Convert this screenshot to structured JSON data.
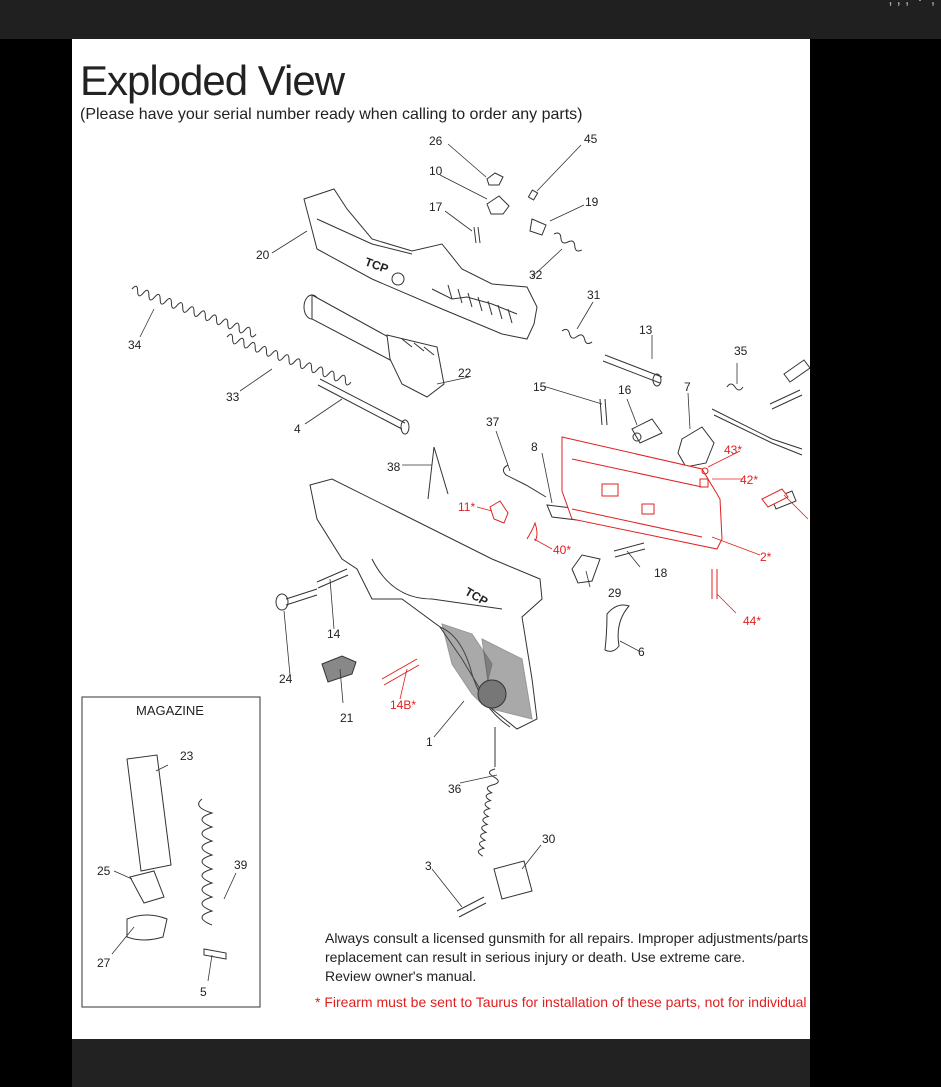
{
  "document": {
    "title": "Exploded View",
    "subtitle": "(Please have your serial number ready when calling to order any parts)",
    "disclaimer_lines": [
      "Always consult a licensed gunsmith for all repairs.  Improper adjustments/parts",
      "replacement can result in serious injury or death. Use extreme care.",
      "Review owner's manual."
    ],
    "footnote": "* Firearm must be sent to Taurus for installation of these parts, not for individual",
    "magazine_label": "MAGAZINE",
    "slide_text": "TCP",
    "frame_text": "TCP"
  },
  "part_labels": {
    "p1": "1",
    "p2": "2*",
    "p3": "3",
    "p4": "4",
    "p5": "5",
    "p6": "6",
    "p7": "7",
    "p8": "8",
    "p10": "10",
    "p11": "11*",
    "p13": "13",
    "p14": "14",
    "p14b": "14B*",
    "p15": "15",
    "p16": "16",
    "p17": "17",
    "p18": "18",
    "p19": "19",
    "p20": "20",
    "p21": "21",
    "p22": "22",
    "p23": "23",
    "p24": "24",
    "p25": "25",
    "p26": "26",
    "p27": "27",
    "p29": "29",
    "p30": "30",
    "p31": "31",
    "p32": "32",
    "p33": "33",
    "p34": "34",
    "p35": "35",
    "p36": "36",
    "p37": "37",
    "p38": "38",
    "p39": "39",
    "p40": "40*",
    "p42": "42*",
    "p43": "43*",
    "p44": "44*",
    "p45": "45"
  },
  "colors": {
    "red_parts": "#e02020",
    "line": "#333333",
    "background": "#000000",
    "page": "#ffffff"
  }
}
